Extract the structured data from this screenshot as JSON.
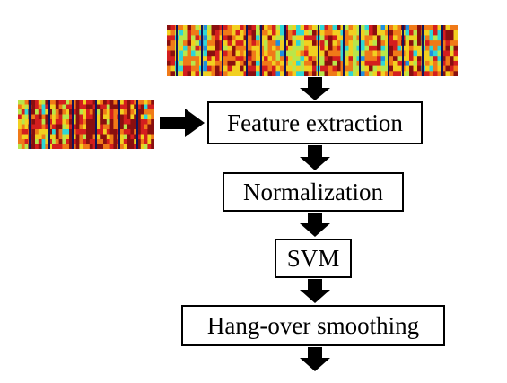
{
  "steps": {
    "feature_extraction": "Feature extraction",
    "normalization": "Normalization",
    "svm": "SVM",
    "hang_over_smoothing": "Hang-over smoothing"
  },
  "colors": {
    "arrow": "#000000",
    "box_border": "#000000",
    "spectrogram_palette": [
      "#1d2fb8",
      "#1f8fe0",
      "#2fd6d6",
      "#b9e64a",
      "#f2d020",
      "#f07a18",
      "#d41e1e",
      "#8a0f0f"
    ]
  },
  "icons": {
    "top_input": "spectrogram-image",
    "left_input": "spectrogram-image",
    "arrows": "arrow-down-icon"
  }
}
